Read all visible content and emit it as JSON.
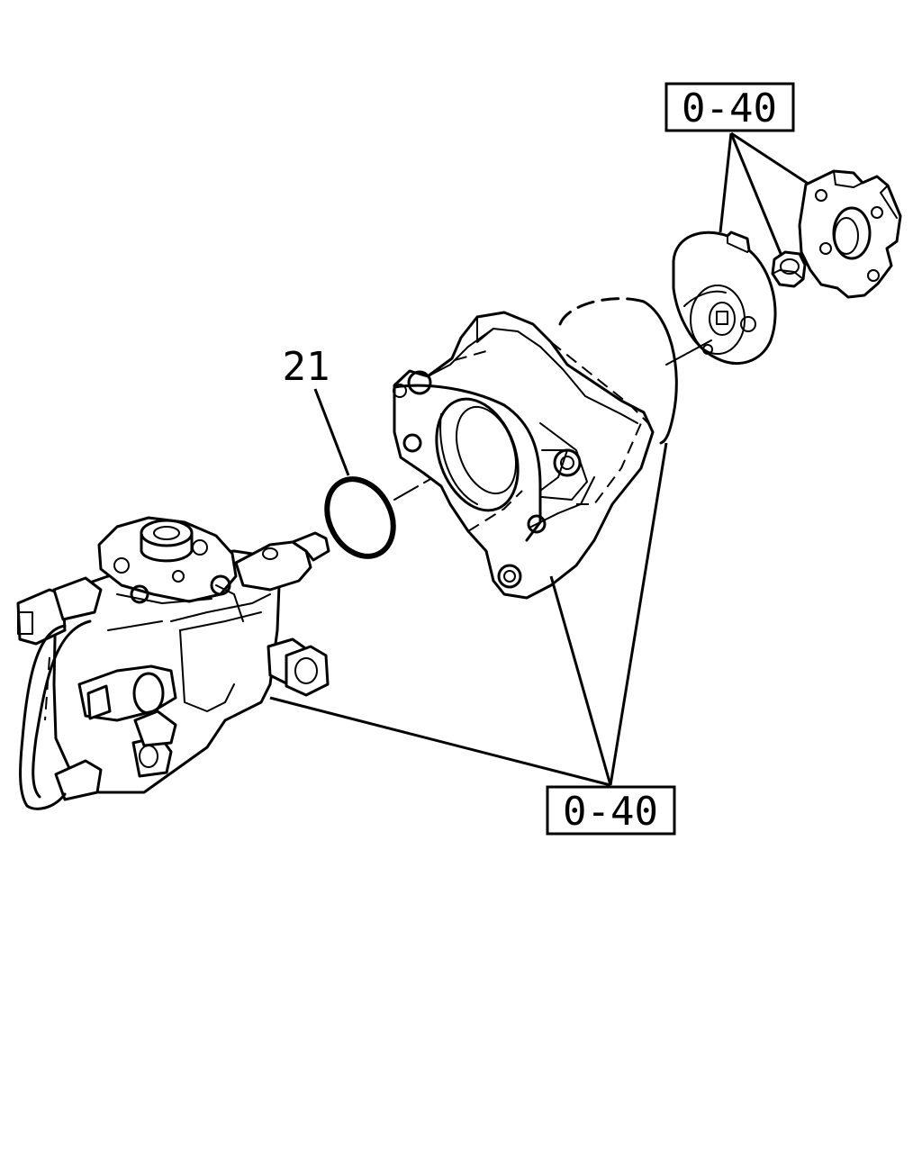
{
  "callouts": {
    "top_ref": "0-40",
    "bottom_ref": "0-40",
    "oring_number": "21"
  }
}
